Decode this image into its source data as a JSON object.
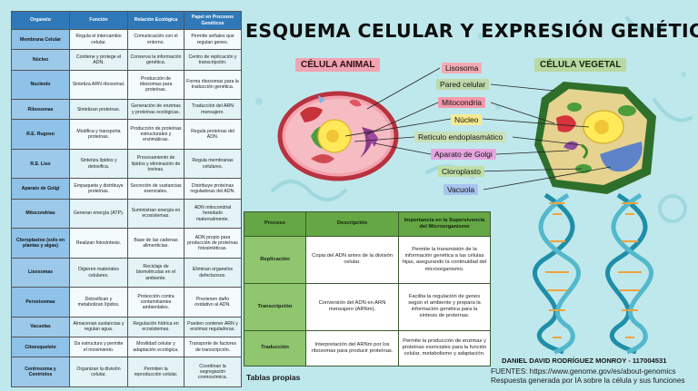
{
  "title": "ESQUEMA CELULAR Y EXPRESIÓN GENÉTICA",
  "organelle_table": {
    "headers": [
      "Organelo",
      "Función",
      "Relación Ecológica",
      "Papel en Procesos Genéticos"
    ],
    "rows": [
      [
        "Membrana Celular",
        "Regula el intercambio celular.",
        "Comunicación con el entorno.",
        "Permite señales que regulan genes."
      ],
      [
        "Núcleo",
        "Contiene y protege el ADN.",
        "Conserva la información genética.",
        "Centro de replicación y transcripción."
      ],
      [
        "Nucleolo",
        "Sintetiza ARN ribosomal.",
        "Producción de ribosomas para proteínas.",
        "Forma ribosomas para la traducción genética."
      ],
      [
        "Ribosomas",
        "Sintetizan proteínas.",
        "Generación de enzimas y proteínas ecológicas.",
        "Traducción del ARN mensajero."
      ],
      [
        "R.E. Rugoso",
        "Modifica y transporta proteínas.",
        "Producción de proteínas estructurales y enzimáticas.",
        "Regula proteínas del ADN."
      ],
      [
        "R.E. Liso",
        "Sintetiza lípidos y detoxifica.",
        "Procesamiento de lípidos y eliminación de toxinas.",
        "Regula membranas celulares."
      ],
      [
        "Aparato de Golgi",
        "Empaqueta y distribuye proteínas.",
        "Secreción de sustancias esenciales.",
        "Distribuye proteínas reguladoras del ADN."
      ],
      [
        "Mitocondrias",
        "Generan energía (ATP).",
        "Suministran energía en ecosistemas.",
        "ADN mitocondrial heredado maternalmente."
      ],
      [
        "Cloroplastos (solo en plantas y algas)",
        "Realizan fotosíntesis.",
        "Base de las cadenas alimenticias.",
        "ADN propio para producción de proteínas fotosintéticas."
      ],
      [
        "Lisosomas",
        "Digieren materiales celulares.",
        "Reciclaje de biomoléculas en el ambiente.",
        "Eliminan organelos defectuosos."
      ],
      [
        "Peroxisomas",
        "Detoxifican y metabolizan lípidos.",
        "Protección contra contaminantes ambientales.",
        "Previenen daño oxidativo al ADN."
      ],
      [
        "Vacuolas",
        "Almacenan sustancias y regulan agua.",
        "Regulación hídrica en ecosistemas.",
        "Pueden contener ARN y enzimas reguladoras."
      ],
      [
        "Citoesqueleto",
        "Da estructura y permite el movimiento.",
        "Movilidad celular y adaptación ecológica.",
        "Transporte de factores de transcripción."
      ],
      [
        "Centrosoma y Centriolos",
        "Organizan la división celular.",
        "Permiten la reproducción celular.",
        "Coordinan la segregación cromosómica."
      ]
    ]
  },
  "cells": {
    "animal_label": "CÉLULA ANIMAL",
    "plant_label": "CÉLULA VEGETAL",
    "organelle_labels": [
      {
        "text": "Lisosoma",
        "color": "#f3aab5"
      },
      {
        "text": "Pared celular",
        "color": "#bfd9ac"
      },
      {
        "text": "Mitocondria",
        "color": "#f49aaa"
      },
      {
        "text": "Núcleo",
        "color": "#f6eb90"
      },
      {
        "text": "Retículo endoplasmático",
        "color": "#cbe0b7"
      },
      {
        "text": "Aparato de Golgi",
        "color": "#e6a6e0"
      },
      {
        "text": "Cloroplasto",
        "color": "#bfdfa6"
      },
      {
        "text": "Vacuola",
        "color": "#a9c3ef"
      }
    ]
  },
  "process_table": {
    "headers": [
      "Proceso",
      "Descripción",
      "Importancia en la Supervivencia del Microorganismo"
    ],
    "rows": [
      [
        "Replicación",
        "Copia del ADN antes de la división celular.",
        "Permite la transmisión de la información genética a las células hijas, asegurando la continuidad del microorganismo."
      ],
      [
        "Transcripción",
        "Conversión del ADN en ARN mensajero (ARNm).",
        "Facilita la regulación de genes según el ambiente y prepara la información genética para la síntesis de proteínas."
      ],
      [
        "Traducción",
        "Interpretación del ARNm por los ribosomas para producir proteínas.",
        "Permite la producción de enzimas y proteínas esenciales para la función celular, metabolismo y adaptación."
      ]
    ]
  },
  "tables_caption": "Tablas propias",
  "author": "DANIEL DAVID RODRÍGUEZ MONROY - 117004531",
  "sources": [
    "FUENTES: https://www.genome.gov/es/about-genomics",
    "Respuesta generada por IA sobre la célula y sus funciones"
  ]
}
